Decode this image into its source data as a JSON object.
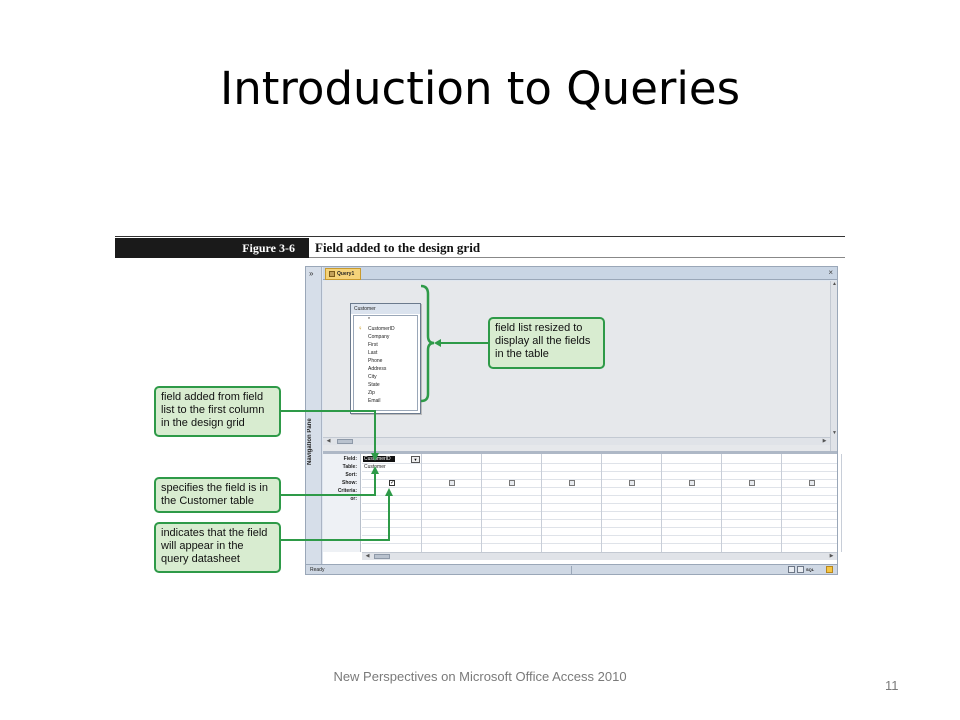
{
  "slide": {
    "title": "Introduction to Queries",
    "footer": "New Perspectives on Microsoft Office Access 2010",
    "page_number": "11"
  },
  "figure": {
    "label": "Figure 3-6",
    "caption": "Field added to the design grid"
  },
  "access": {
    "nav_pane_label": "Navigation Pane",
    "collapse_icon": "double-chevron-icon",
    "tab_label": "Query1",
    "close_icon": "close-icon",
    "field_list": {
      "title": "Customer",
      "items": [
        "*",
        "CustomerID",
        "Company",
        "First",
        "Last",
        "Phone",
        "Address",
        "City",
        "State",
        "Zip",
        "Email"
      ],
      "key_field": "CustomerID"
    },
    "grid": {
      "row_labels": [
        "Field:",
        "Table:",
        "Sort:",
        "Show:",
        "Criteria:",
        "or:"
      ],
      "field_value": "CustomerID",
      "table_value": "Customer",
      "show_checked": [
        true,
        false,
        false,
        false,
        false,
        false,
        false,
        false
      ]
    },
    "status": "Ready",
    "sql_view_label": "SQL"
  },
  "callouts": {
    "field_list": "field list resized to display all the fields in the table",
    "field_added": "field added from field list to the first column in the design grid",
    "table_field": "specifies the field is in the Customer table",
    "show_field": "indicates that the field will appear in the query datasheet"
  },
  "colors": {
    "callout_border": "#2e9a48",
    "callout_fill": "#d8ecd0",
    "figure_bar": "#1a1a1a",
    "tab_fill": "#f5d37a"
  }
}
